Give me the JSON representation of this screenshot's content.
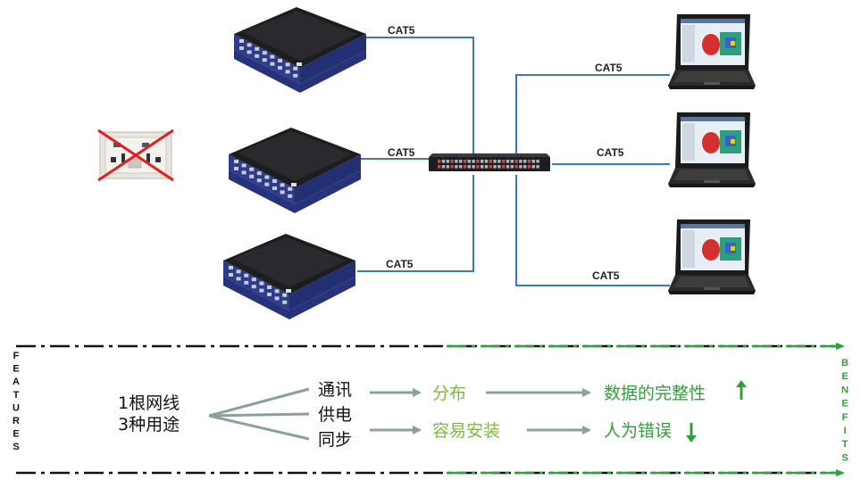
{
  "colors": {
    "link_blue": "#3a7ab8",
    "device_blue": "#26337a",
    "device_top": "#1d1d1f",
    "feature_line": "#111111",
    "benefit_line": "#2fa13b",
    "arrow_grey": "#8aa0a0",
    "green_text": "#7dbb3a",
    "dark_green_text": "#2fa13b",
    "cross_red": "#e02020"
  },
  "network": {
    "devices": [
      {
        "name": "data-acquisition-unit-1",
        "link_label": "CAT5"
      },
      {
        "name": "data-acquisition-unit-2",
        "link_label": "CAT5"
      },
      {
        "name": "data-acquisition-unit-3",
        "link_label": "CAT5"
      }
    ],
    "switch": {
      "name": "network-switch"
    },
    "laptops": [
      {
        "name": "laptop-1",
        "link_label": "CAT5"
      },
      {
        "name": "laptop-2",
        "link_label": "CAT5"
      },
      {
        "name": "laptop-3",
        "link_label": "CAT5"
      }
    ],
    "crossed_outlet": {
      "icon": "power-outlet-crossed-icon"
    }
  },
  "features_benefits": {
    "features_label": "FEATURES",
    "benefits_label": "BENEFITS",
    "cable_lines": [
      "1根网线",
      "3种用途"
    ],
    "uses": [
      "通讯",
      "供电",
      "同步"
    ],
    "mid": [
      "分布",
      "容易安装"
    ],
    "results": [
      "数据的完整性",
      "人为错误"
    ],
    "result_icons": [
      "arrow-up-icon",
      "arrow-down-icon"
    ]
  }
}
